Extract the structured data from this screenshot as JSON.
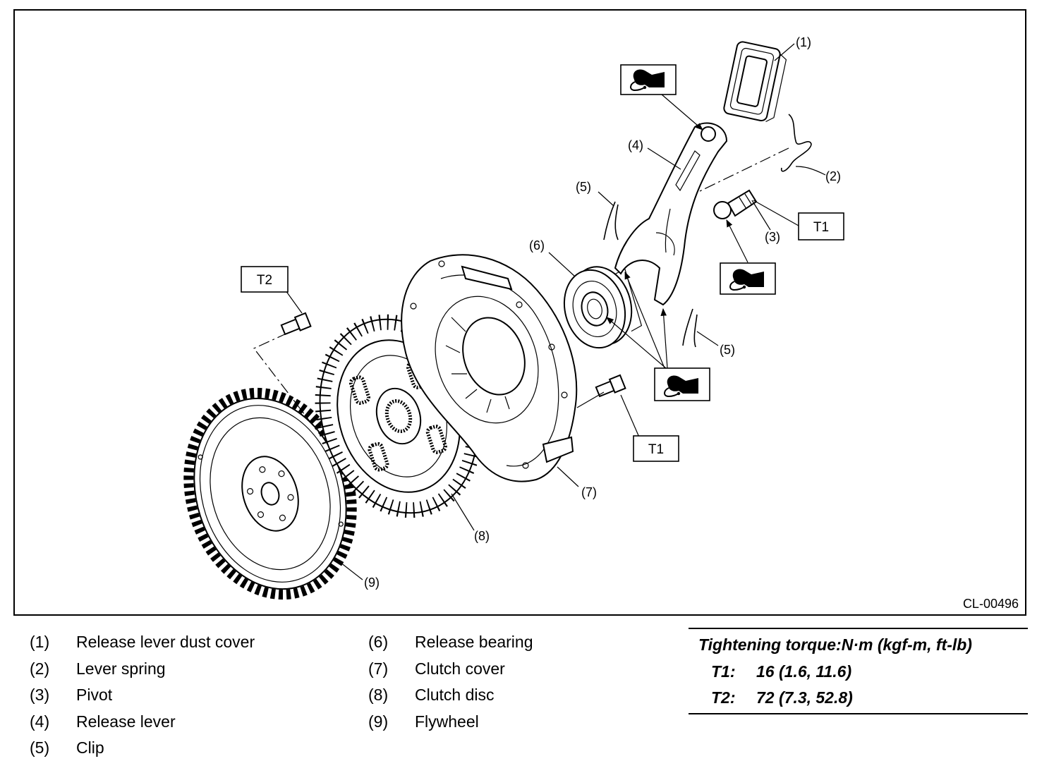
{
  "diagram": {
    "figure_code": "CL-00496",
    "callouts": [
      "(1)",
      "(2)",
      "(3)",
      "(4)",
      "(5)",
      "(5)",
      "(6)",
      "(7)",
      "(8)",
      "(9)"
    ],
    "torque_tags": [
      "T1",
      "T1",
      "T2"
    ],
    "icons": [
      "grease-icon",
      "grease-icon",
      "grease-icon"
    ]
  },
  "legend": {
    "left": [
      {
        "num": "(1)",
        "label": "Release lever dust cover"
      },
      {
        "num": "(2)",
        "label": "Lever spring"
      },
      {
        "num": "(3)",
        "label": "Pivot"
      },
      {
        "num": "(4)",
        "label": "Release lever"
      },
      {
        "num": "(5)",
        "label": "Clip"
      }
    ],
    "right": [
      {
        "num": "(6)",
        "label": "Release bearing"
      },
      {
        "num": "(7)",
        "label": "Clutch cover"
      },
      {
        "num": "(8)",
        "label": "Clutch disc"
      },
      {
        "num": "(9)",
        "label": "Flywheel"
      }
    ]
  },
  "torque": {
    "title": "Tightening torque:N·m (kgf-m, ft-lb)",
    "specs": [
      {
        "key": "T1:",
        "value": "16 (1.6, 11.6)"
      },
      {
        "key": "T2:",
        "value": "72 (7.3, 52.8)"
      }
    ]
  }
}
